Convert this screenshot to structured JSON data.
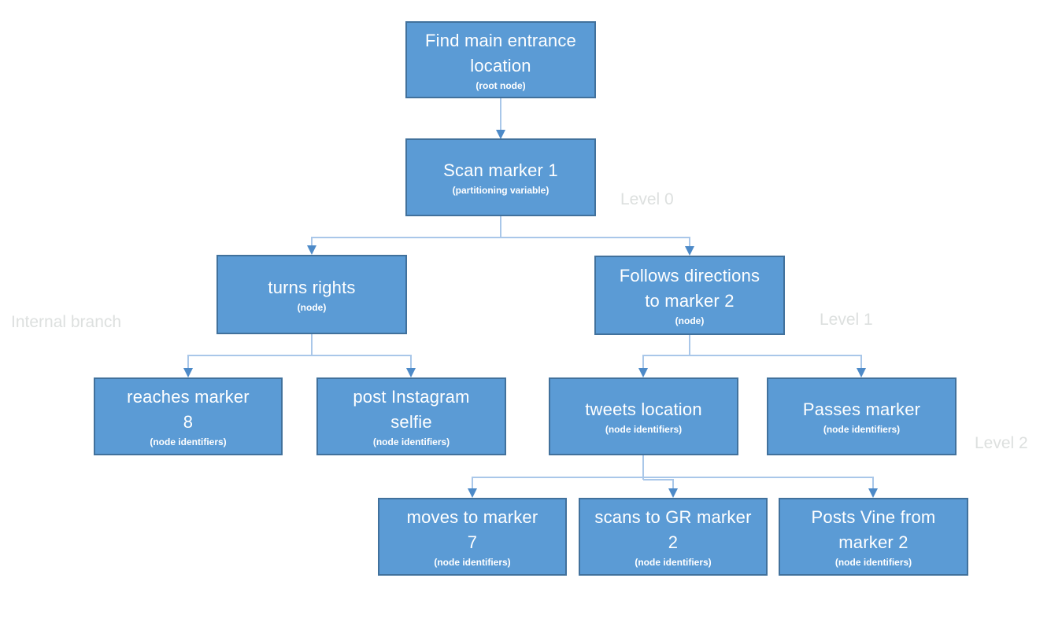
{
  "diagram": {
    "type": "decision-tree",
    "colors": {
      "node_fill": "#5b9bd5",
      "node_border": "#41719c",
      "node_text": "#ffffff",
      "connector_line": "#a9c7e9",
      "connector_arrow": "#4d8ac8",
      "annotation_text": "#dde0df",
      "background": "#ffffff"
    },
    "nodes": [
      {
        "id": "root",
        "title": "Find main entrance\nlocation",
        "subtitle": "(root node)"
      },
      {
        "id": "scan-marker-1",
        "title": "Scan marker 1",
        "subtitle": "(partitioning variable)"
      },
      {
        "id": "turns-rights",
        "title": "turns rights",
        "subtitle": "(node)"
      },
      {
        "id": "follows-directions-to-marker-2",
        "title": "Follows directions\nto marker 2",
        "subtitle": "(node)"
      },
      {
        "id": "reaches-marker-8",
        "title": "reaches marker\n8",
        "subtitle": "(node identifiers)"
      },
      {
        "id": "post-instagram-selfie",
        "title": "post Instagram\nselfie",
        "subtitle": "(node identifiers)"
      },
      {
        "id": "tweets-location",
        "title": "tweets location",
        "subtitle": "(node identifiers)"
      },
      {
        "id": "passes-marker",
        "title": "Passes marker",
        "subtitle": "(node identifiers)"
      },
      {
        "id": "moves-to-marker-7",
        "title": "moves to marker\n7",
        "subtitle": "(node identifiers)"
      },
      {
        "id": "scans-to-gr-marker-2",
        "title": "scans to GR marker\n2",
        "subtitle": "(node identifiers)"
      },
      {
        "id": "posts-vine-from-marker-2",
        "title": "Posts Vine from\nmarker 2",
        "subtitle": "(node identifiers)"
      }
    ],
    "annotations": [
      {
        "id": "level-0",
        "text": "Level 0"
      },
      {
        "id": "internal-branch",
        "text": "Internal branch"
      },
      {
        "id": "level-1",
        "text": "Level 1"
      },
      {
        "id": "level-2",
        "text": "Level 2"
      }
    ],
    "edges": [
      "root -> scan-marker-1",
      "scan-marker-1 -> turns-rights",
      "scan-marker-1 -> follows-directions-to-marker-2",
      "turns-rights -> reaches-marker-8",
      "turns-rights -> post-instagram-selfie",
      "follows-directions-to-marker-2 -> tweets-location",
      "follows-directions-to-marker-2 -> passes-marker",
      "tweets-location -> moves-to-marker-7",
      "tweets-location -> scans-to-gr-marker-2",
      "tweets-location -> posts-vine-from-marker-2"
    ]
  }
}
